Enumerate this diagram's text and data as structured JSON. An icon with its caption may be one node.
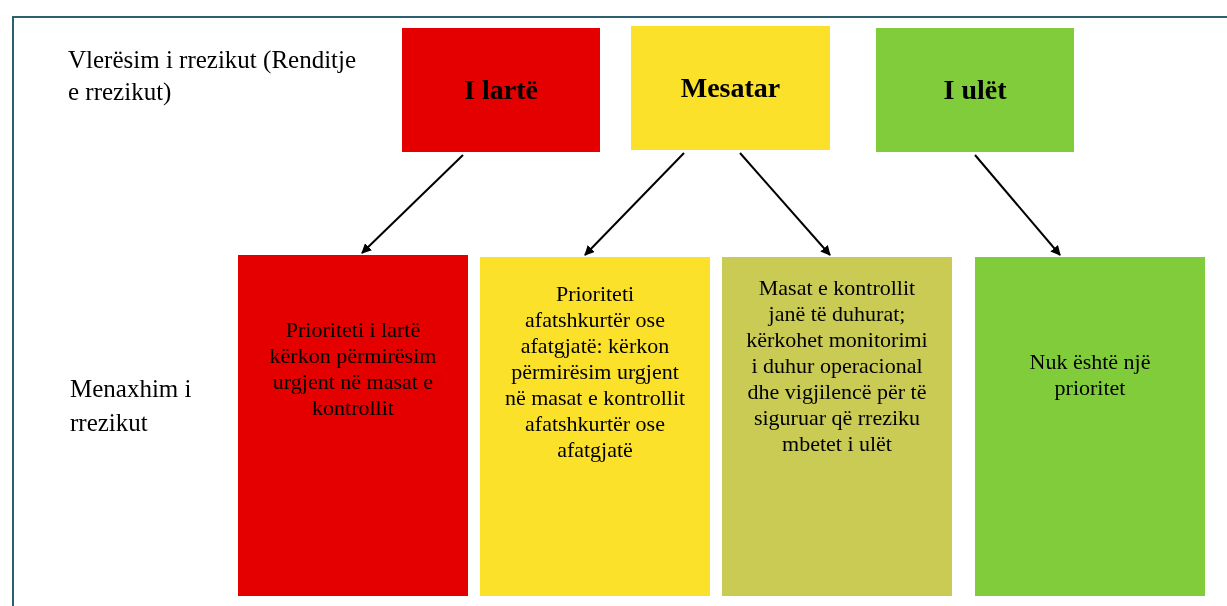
{
  "diagram": {
    "nodes": [
      {
        "text": [
          "I lartë"
        ]
      },
      {
        "text": [
          "Mesatar"
        ]
      },
      {
        "text": [
          "I ulët"
        ]
      },
      {
        "text": [
          "Prioriteti i lartë kërkon përmirësim urgjent në masat e kontrollit"
        ]
      },
      {
        "text": [
          "Prioriteti afatshkurtër ose afatgjatë: kërkon përmirësim urgjent në masat e kontrollit afatshkurtër ose afatgjatë"
        ]
      },
      {
        "text": [
          "Masat e kontrollit janë të duhurat; kërkohet monitorimi i duhur operacional dhe vigjilencë për të siguruar që rreziku mbetet i ulët"
        ]
      },
      {
        "text": [
          "Nuk është një prioritet"
        ]
      }
    ],
    "edges": [
      {
        "from": 0,
        "to": 3,
        "arrow": "to"
      },
      {
        "from": 1,
        "to": 4,
        "arrow": "to"
      },
      {
        "from": 1,
        "to": 5,
        "arrow": "to"
      },
      {
        "from": 2,
        "to": 6,
        "arrow": "to"
      }
    ],
    "labels": [
      "Vlerësim i rrezikut (Renditje e rrezikut)",
      "Menaxhim i rrezikut"
    ]
  }
}
